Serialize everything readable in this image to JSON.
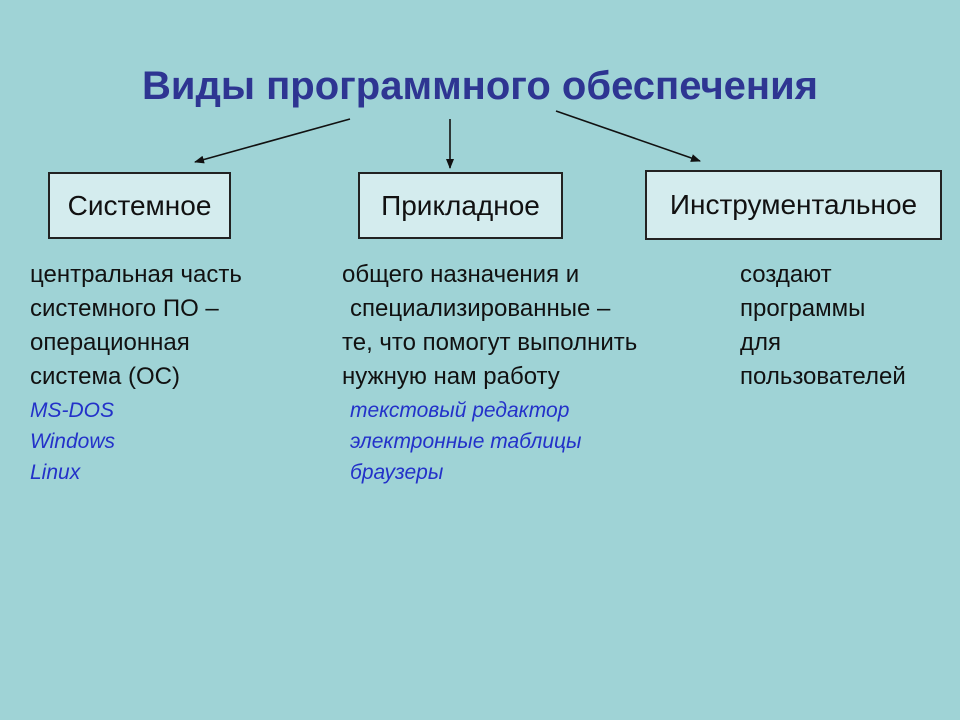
{
  "title": "Виды программного обеспечения",
  "categories": [
    {
      "name": "Системное",
      "description": [
        "центральная часть",
        "системного ПО –",
        "операционная",
        "система (ОС)"
      ],
      "examples": [
        "MS-DOS",
        "Windows",
        "Linux"
      ]
    },
    {
      "name": "Прикладное",
      "description": [
        "общего назначения и",
        "специализированные –",
        "те, что помогут выполнить",
        "нужную нам работу"
      ],
      "examples": [
        "текстовый редактор",
        "электронные таблицы",
        "браузеры"
      ]
    },
    {
      "name": "Инструментальное",
      "description": [
        "создают",
        "программы",
        "для",
        "пользователей"
      ],
      "examples": []
    }
  ],
  "colors": {
    "background": "#9fd3d6",
    "title": "#2e3592",
    "box_fill": "#d4ecee",
    "examples": "#2331c9"
  }
}
